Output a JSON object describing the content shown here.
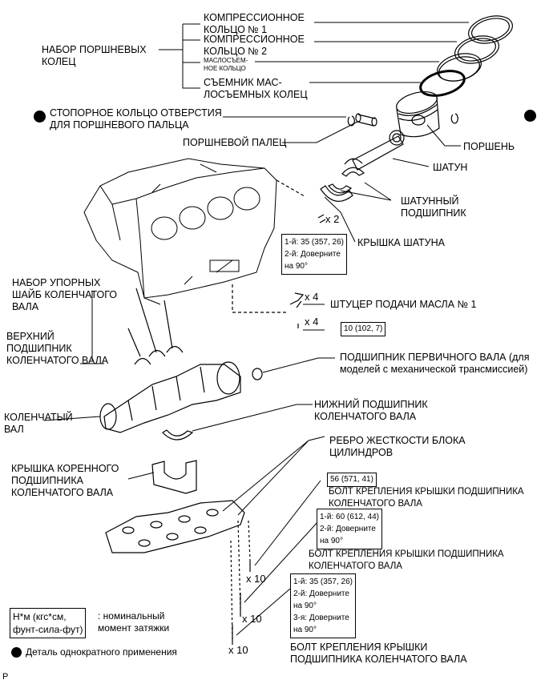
{
  "labels": {
    "ring_set": "НАБОР ПОРШНЕВЫХ\nКОЛЕЦ",
    "ring1": "КОМПРЕССИОННОЕ\nКОЛЬЦО № 1",
    "ring2": "КОМПРЕССИОННОЕ\nКОЛЬЦО № 2",
    "oil_ring": "МАСЛОСЪЕМ-\nНОЕ КОЛЬЦО",
    "expander": "СЪЕМНИК МАС-\nЛОСЪЕМНЫХ КОЛЕЦ",
    "snap_ring": "СТОПОРНОЕ КОЛЬЦО ОТВЕРСТИЯ\nДЛЯ ПОРШНЕВОГО ПАЛЬЦА",
    "pin": "ПОРШНЕВОЙ ПАЛЕЦ",
    "piston": "ПОРШЕНЬ",
    "rod": "ШАТУН",
    "rod_bearing": "ШАТУННЫЙ\nПОДШИПНИК",
    "rod_cap": "КРЫШКА ШАТУНА",
    "jet": "ШТУЦЕР ПОДАЧИ МАСЛА № 1",
    "thrust_washer": "НАБОР УПОРНЫХ\nШАЙБ КОЛЕНЧАТОГО\nВАЛА",
    "upper_bearing": "ВЕРХНИЙ\nПОДШИПНИК\nКОЛЕНЧАТОГО ВАЛА",
    "pilot_bearing": "ПОДШИПНИК ПЕРВИЧНОГО ВАЛА (для\nмоделей с механической трансмиссией)",
    "crankshaft": "КОЛЕНЧАТЫЙ\nВАЛ",
    "lower_bearing": "НИЖНИЙ ПОДШИПНИК\nКОЛЕНЧАТОГО ВАЛА",
    "stiffener": "РЕБРО ЖЕСТКОСТИ БЛОКА\nЦИЛИНДРОВ",
    "main_cap": "КРЫШКА КОРЕННОГО\nПОДШИПНИКА\nКОЛЕНЧАТОГО ВАЛА",
    "bolt1": "БОЛТ КРЕПЛЕНИЯ КРЫШКИ ПОДШИПНИКА\nКОЛЕНЧАТОГО ВАЛА",
    "bolt2": "БОЛТ КРЕПЛЕНИЯ КРЫШКИ ПОДШИПНИКА\nКОЛЕНЧАТОГО ВАЛА",
    "bolt3": "БОЛТ КРЕПЛЕНИЯ КРЫШКИ\nПОДШИПНИКА КОЛЕНЧАТОГО ВАЛА"
  },
  "torques": {
    "rod_cap": "1-й: 35 (357, 26)\n2-й: Доверните\nна 90°",
    "jet": "10 (102, 7)",
    "bolt1": "56 (571, 41)",
    "bolt2": "1-й: 60 (612, 44)\n2-й: Доверните\nна 90°",
    "bolt3": "1-й: 35 (357, 26)\n2-й: Доверните\nна 90°\n3-я: Доверните\nна 90°"
  },
  "multipliers": {
    "rod_nut": "x 2",
    "jet_top": "x 4",
    "jet_bolt": "x 4",
    "bolt1": "x 10",
    "bolt2": "x 10",
    "bolt3": "x 10"
  },
  "legend": {
    "unit_box": "Н*м (кгс*см,\nфунт-сила-фут)",
    "unit_text": ": номинальный\nмомент затяжки",
    "non_reusable": "Деталь однократного применения"
  },
  "footer": {
    "code": "P"
  }
}
